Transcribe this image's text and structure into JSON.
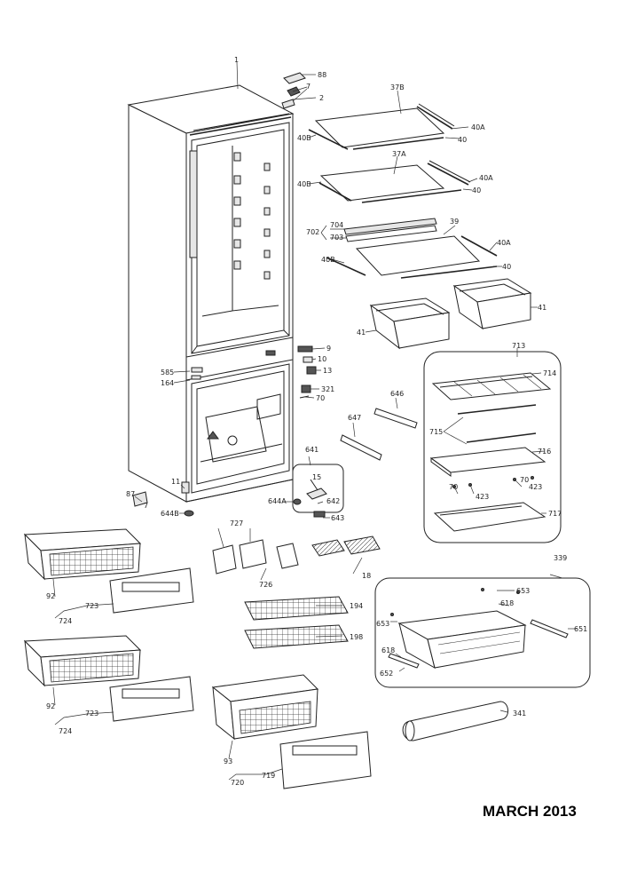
{
  "footer": {
    "date": "MARCH 2013"
  },
  "callouts": {
    "c1": "1",
    "c2": "2",
    "c7a": "7",
    "c7b": "7",
    "c9": "9",
    "c10": "10",
    "c11": "11",
    "c13": "13",
    "c15": "15",
    "c18": "18",
    "c37a": "37A",
    "c37b": "37B",
    "c39": "39",
    "c40a1": "40A",
    "c40a2": "40A",
    "c40a3": "40A",
    "c40_1": "40",
    "c40_2": "40",
    "c40_3": "40",
    "c40b1": "40B",
    "c40b2": "40B",
    "c40b3": "40B",
    "c41a": "41",
    "c41b": "41",
    "c70a": "70",
    "c70b": "70",
    "c70c": "70",
    "c87": "87",
    "c88": "88",
    "c92a": "92",
    "c92b": "92",
    "c93": "93",
    "c164": "164",
    "c194": "194",
    "c198": "198",
    "c321": "321",
    "c339": "339",
    "c341": "341",
    "c423a": "423",
    "c423b": "423",
    "c585": "585",
    "c618a": "618",
    "c618b": "618",
    "c641": "641",
    "c642": "642",
    "c643": "643",
    "c644a": "644A",
    "c644b": "644B",
    "c646": "646",
    "c647": "647",
    "c651": "651",
    "c652": "652",
    "c653a": "653",
    "c653b": "653",
    "c702": "702",
    "c703": "703",
    "c704": "704",
    "c713": "713",
    "c714": "714",
    "c715": "715",
    "c716": "716",
    "c717": "717",
    "c719": "719",
    "c720": "720",
    "c723a": "723",
    "c723b": "723",
    "c724a": "724",
    "c724b": "724",
    "c726": "726",
    "c727": "727"
  }
}
